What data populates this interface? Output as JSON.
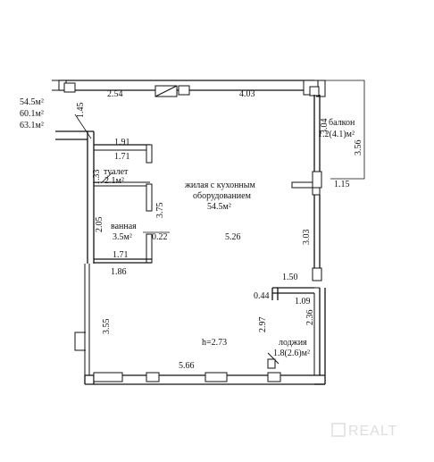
{
  "areas_note": {
    "line1": "54.5м²",
    "line2": "60.1м²",
    "line3": "63.1м²"
  },
  "rooms": {
    "living": {
      "line1": "жилая с кухонным",
      "line2": "оборудованием",
      "area": "54.5м²"
    },
    "toilet": {
      "name": "туалет",
      "area": "2.1м²"
    },
    "bath": {
      "name": "ванная",
      "area": "3.5м²"
    },
    "balcony": {
      "name": "балкон",
      "area": "1.2(4.1)м²"
    },
    "loggia": {
      "name": "лоджия",
      "area": "1.8(2.6)м²"
    }
  },
  "ceiling_height": "h=2.73",
  "dimensions": {
    "d254": "2.54",
    "d403": "4.03",
    "d145": "1.45",
    "d304": "3.04",
    "d356": "3.56",
    "d191": "1.91",
    "d171a": "1.71",
    "d133": "1.33",
    "d375": "3.75",
    "d115": "1.15",
    "d205": "2.05",
    "d022": "0.22",
    "d526": "5.26",
    "d303": "3.03",
    "d171b": "1.71",
    "d186": "1.86",
    "d150": "1.50",
    "d044": "0.44",
    "d109": "1.09",
    "d297": "2.97",
    "d236": "2.36",
    "d355": "3.55",
    "d566": "5.66"
  },
  "watermark": "REALT"
}
